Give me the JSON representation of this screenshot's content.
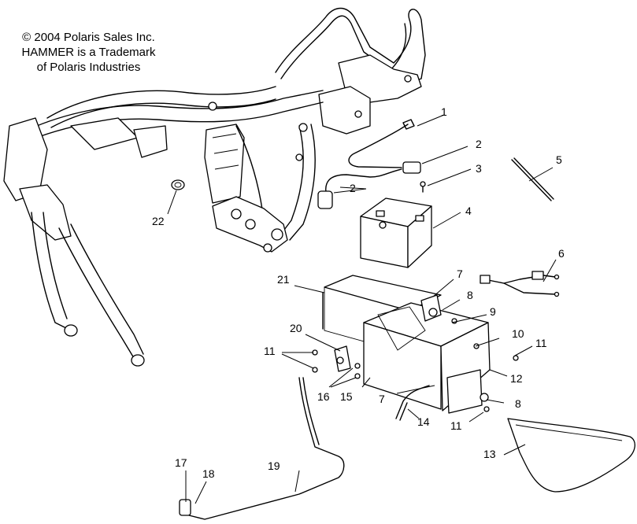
{
  "copyright": {
    "line1": "© 2004 Polaris Sales Inc.",
    "line2": "HAMMER is a Trademark",
    "line3": "of Polaris Industries"
  },
  "callouts": {
    "c1": "1",
    "c2a": "2",
    "c2b": "2",
    "c3": "3",
    "c4": "4",
    "c5": "5",
    "c6": "6",
    "c7a": "7",
    "c7b": "7",
    "c8a": "8",
    "c8b": "8",
    "c9": "9",
    "c10": "10",
    "c11a": "11",
    "c11b": "11",
    "c11c": "11",
    "c12": "12",
    "c13": "13",
    "c14": "14",
    "c15": "15",
    "c16": "16",
    "c17": "17",
    "c18": "18",
    "c19": "19",
    "c20": "20",
    "c21": "21",
    "c22": "22"
  }
}
